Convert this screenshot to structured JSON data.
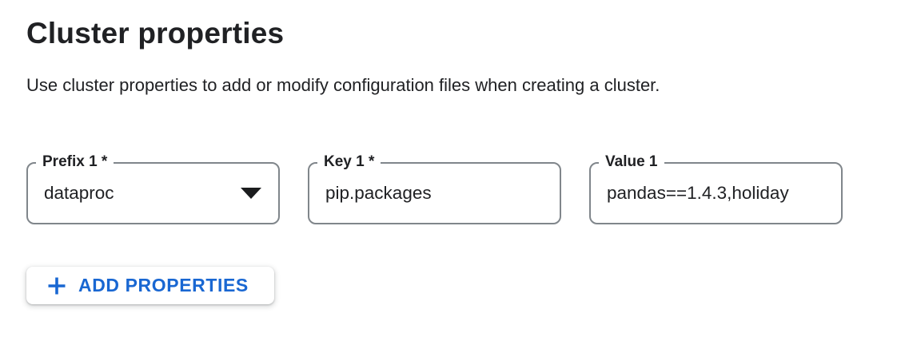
{
  "page": {
    "title": "Cluster properties",
    "description": "Use cluster properties to add or modify configuration files when creating a cluster."
  },
  "form": {
    "row": {
      "prefix": {
        "label": "Prefix 1 *",
        "value": "dataproc"
      },
      "key": {
        "label": "Key 1 *",
        "value": "pip.packages"
      },
      "value": {
        "label": "Value 1",
        "value": "pandas==1.4.3,holiday"
      }
    },
    "add_button": {
      "label": "ADD PROPERTIES"
    }
  },
  "icons": {
    "prefix_dropdown": "dropdown-arrow-icon",
    "add_button": "plus-icon"
  },
  "colors": {
    "accent_blue": "#1967d2",
    "text_primary": "#202124",
    "field_border": "#80868b",
    "background": "#ffffff"
  }
}
